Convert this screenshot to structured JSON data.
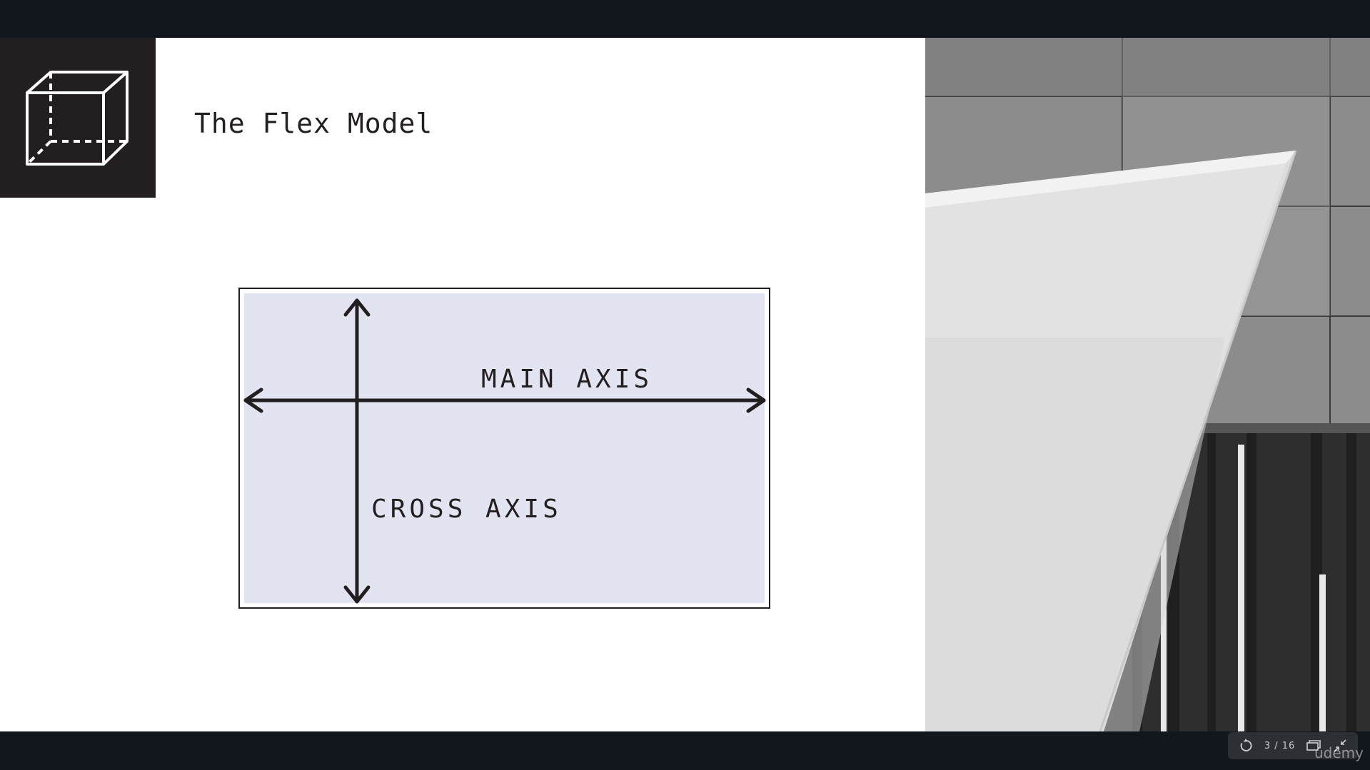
{
  "slide": {
    "title": "The Flex Model",
    "logo_icon": "cube-icon"
  },
  "diagram": {
    "main_axis_label": "MAIN AXIS",
    "cross_axis_label": "CROSS AXIS",
    "fill_color": "#e3e4f1",
    "stroke_color": "#231f20"
  },
  "player": {
    "page_counter": "3 / 16",
    "replay_icon": "replay-icon",
    "slides_icon": "slides-icon",
    "fullscreen_icon": "exit-fullscreen-icon"
  },
  "watermark": {
    "text": "udemy"
  }
}
